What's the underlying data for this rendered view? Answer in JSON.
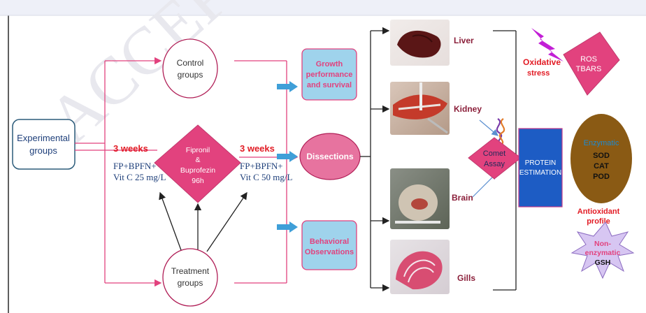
{
  "watermark": "ACCEPTED",
  "nodes": {
    "experimental_line1": "Experimental",
    "experimental_line2": "groups",
    "control_line1": "Control",
    "control_line2": "groups",
    "treatment_line1": "Treatment",
    "treatment_line2": "groups",
    "fipronil_line1": "Fipronil",
    "fipronil_line2": "&",
    "fipronil_line3": "Buprofezin",
    "fipronil_line4": "96h",
    "left_weeks": "3 weeks",
    "left_dose_line1": "FP+BPFN+",
    "left_dose_line2": "Vit C 25 mg/L",
    "right_weeks": "3 weeks",
    "right_dose_line1": "FP+BPFN+",
    "right_dose_line2": "Vit C 50 mg/L",
    "growth_line1": "Growth",
    "growth_line2": "performance",
    "growth_line3": "and survival",
    "dissections": "Dissections",
    "behavioral_line1": "Behavioral",
    "behavioral_line2": "Observations",
    "liver": "Liver",
    "kidney": "Kidney",
    "brain": "Brain",
    "gills": "Gills",
    "comet_line1": "Comet",
    "comet_line2": "Assay",
    "protein_line1": "PROTEIN",
    "protein_line2": "ESTIMATION",
    "oxidative_line1": "Oxidative",
    "oxidative_line2": "stress",
    "ros_line1": "ROS",
    "ros_line2": "TBARS",
    "enzymatic_title": "Enzymatic",
    "enzymatic_sod": "SOD",
    "enzymatic_cat": "CAT",
    "enzymatic_pod": "POD",
    "antioxidant_line1": "Antioxidant",
    "antioxidant_line2": "profile",
    "nonenz_line1": "Non-",
    "nonenz_line2": "enzymatic",
    "nonenz_line3": "GSH"
  },
  "colors": {
    "magenta": "#e2427e",
    "pink_fill": "#e7739f",
    "light_blue": "#9fd3ec",
    "navy_text": "#1e3f7a",
    "red_text": "#e21b24",
    "arrow_blue": "#3f9fd8",
    "protein_blue": "#1d5cc4",
    "olive": "#8a5a14",
    "lavender": "#d7c6f2",
    "lightning": "#c21fd6"
  }
}
